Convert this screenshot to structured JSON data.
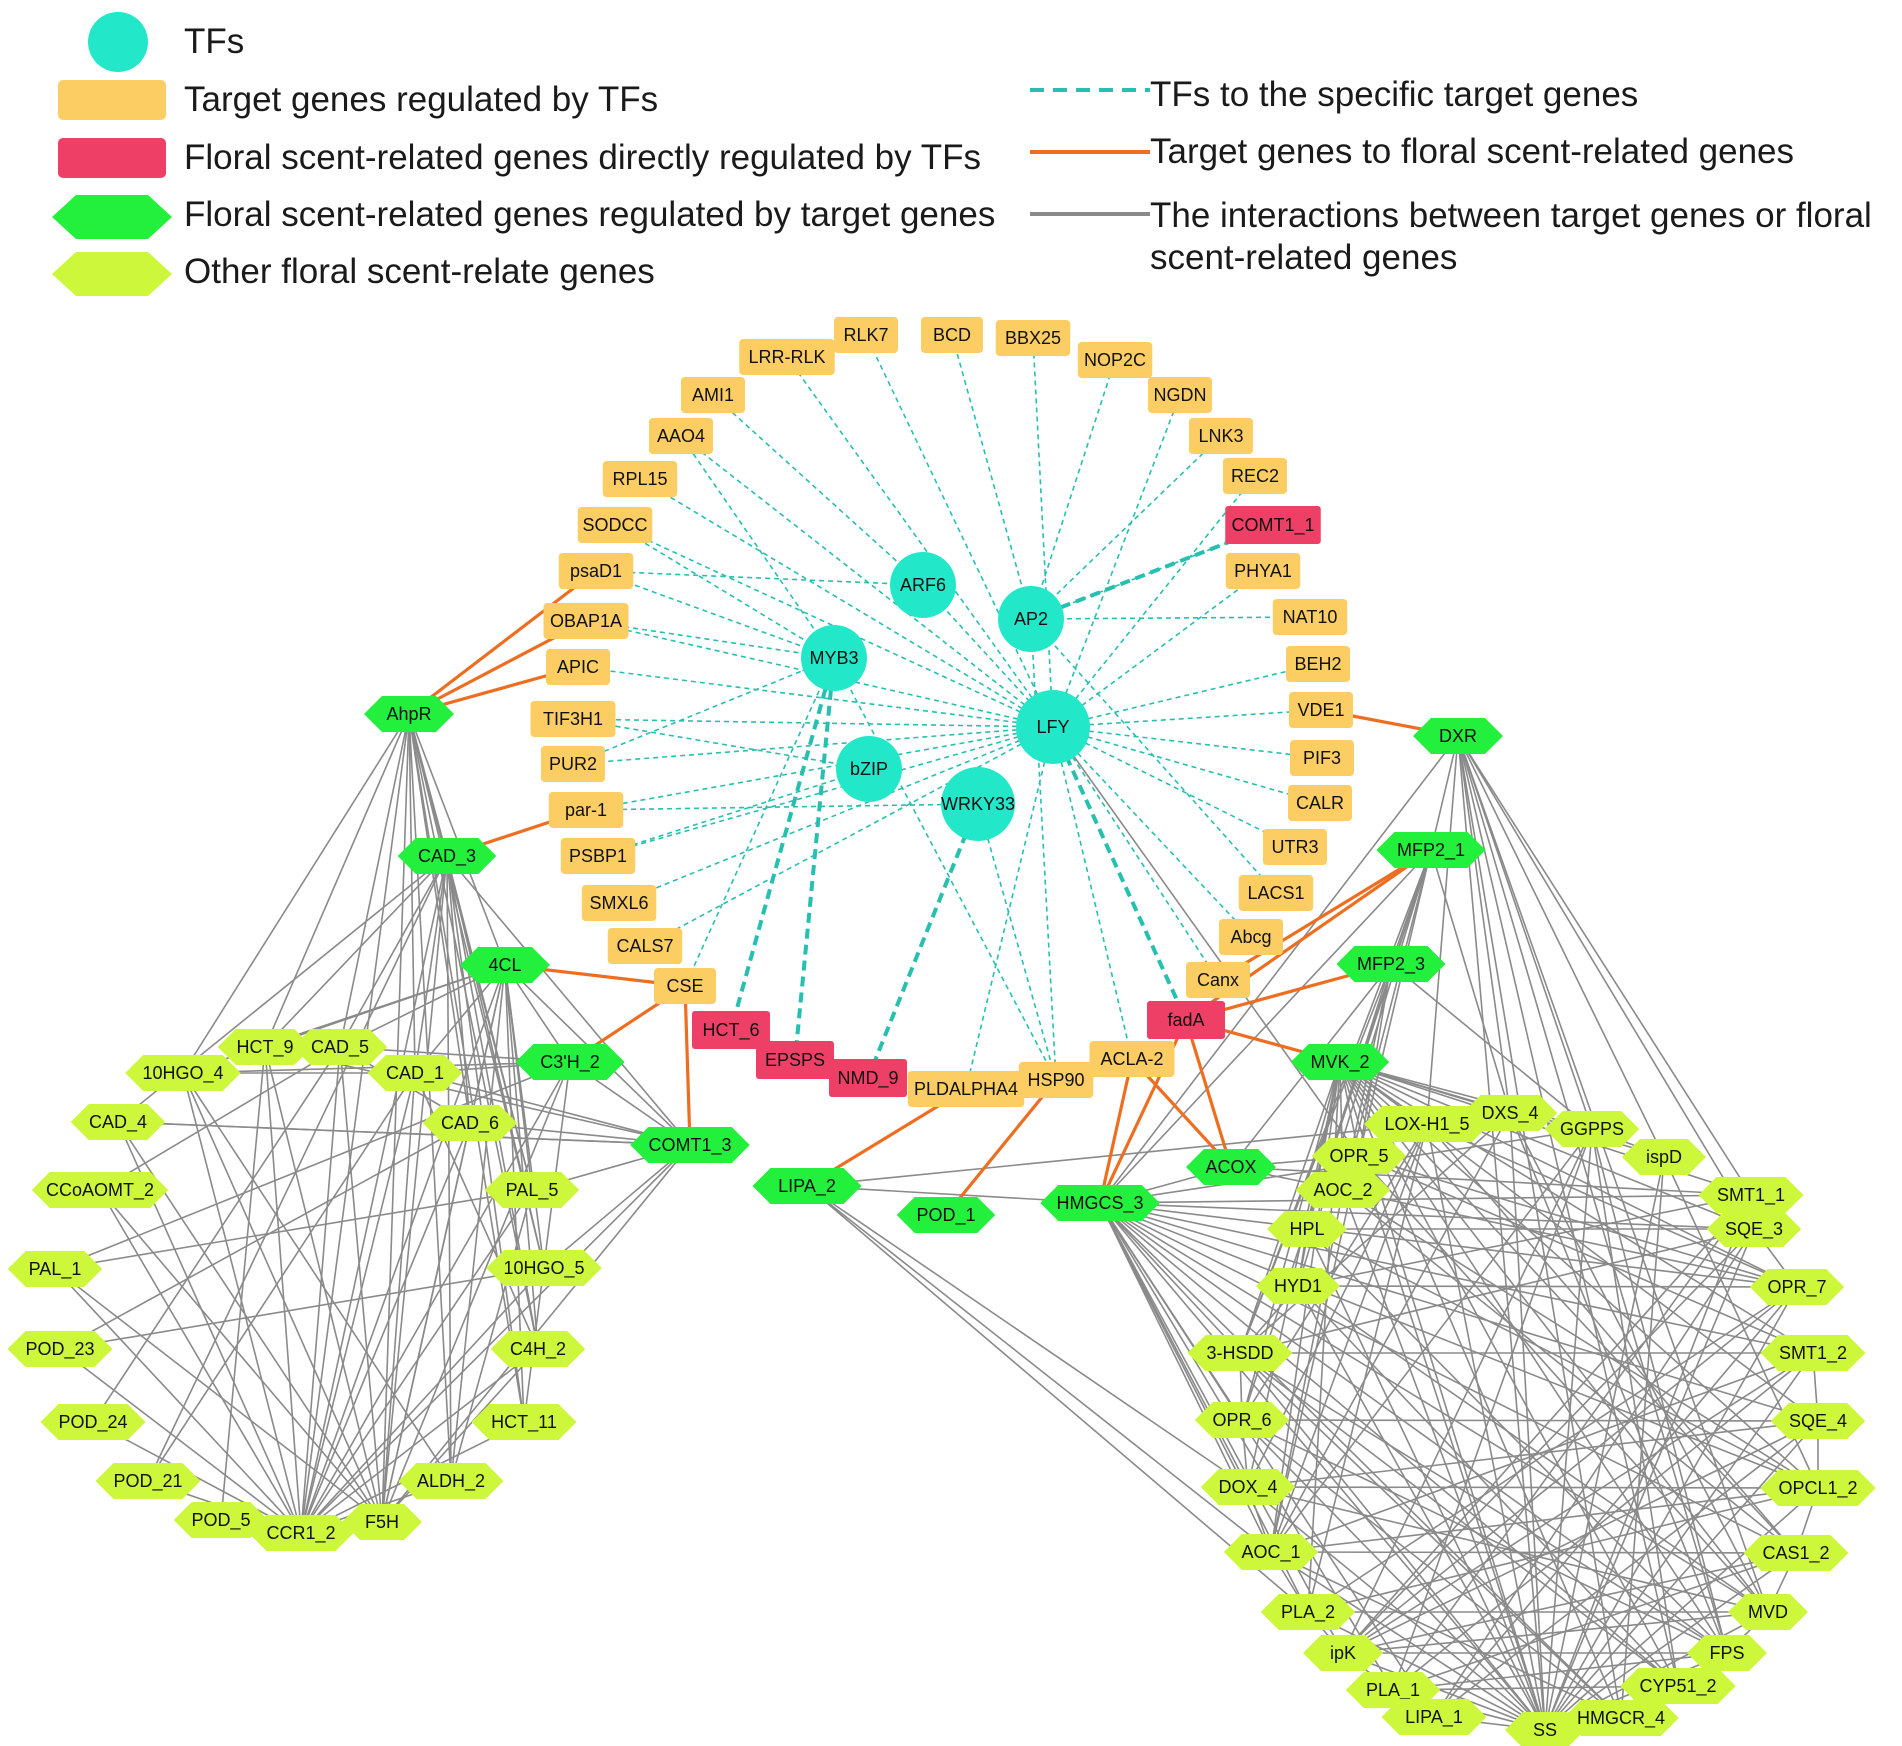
{
  "legend": {
    "tfs": "TFs",
    "target_genes": "Target genes regulated by TFs",
    "direct_floral": "Floral scent-related genes directly regulated by TFs",
    "floral_by_target": "Floral scent-related genes regulated by target genes",
    "other_floral": "Other floral scent-relate genes",
    "edge_tf": "TFs to the specific target genes",
    "edge_target": "Target genes to floral scent-related genes",
    "edge_interaction_line1": "The interactions between target genes or floral",
    "edge_interaction_line2": "scent-related genes"
  },
  "colors": {
    "tf": "#22e8c9",
    "target": "#fbcd63",
    "direct": "#ee3f66",
    "floral_target": "#23f03c",
    "other": "#cdf73b",
    "edge_tf": "#27bfb0",
    "edge_target": "#ee6e21",
    "edge_gray": "#8a8a8a"
  },
  "nodes": {
    "tf": [
      "ARF6",
      "AP2",
      "MYB3",
      "LFY",
      "bZIP",
      "WRKY33"
    ],
    "target": [
      "RLK7",
      "BCD",
      "BBX25",
      "LRR-RLK",
      "NOP2C",
      "AMI1",
      "NGDN",
      "AAO4",
      "LNK3",
      "RPL15",
      "REC2",
      "SODCC",
      "PHYA1",
      "psaD1",
      "NAT10",
      "OBAP1A",
      "BEH2",
      "APIC",
      "VDE1",
      "TIF3H1",
      "PIF3",
      "PUR2",
      "CALR",
      "par-1",
      "UTR3",
      "PSBP1",
      "LACS1",
      "SMXL6",
      "Abcg",
      "CALS7",
      "Canx",
      "CSE",
      "ACLA-2",
      "HSP90",
      "PLDALPHA4"
    ],
    "direct": [
      "COMT1_1",
      "fadA",
      "HCT_6",
      "EPSPS",
      "NMD_9"
    ],
    "floral_target": [
      "AhpR",
      "DXR",
      "MFP2_1",
      "CAD_3",
      "4CL",
      "MFP2_3",
      "C3'H_2",
      "MVK_2",
      "COMT1_3",
      "ACOX",
      "LIPA_2",
      "HMGCS_3",
      "POD_1"
    ],
    "other": [
      "HCT_9",
      "CAD_5",
      "10HGO_4",
      "CAD_1",
      "CAD_4",
      "CAD_6",
      "CCoAOMT_2",
      "PAL_5",
      "PAL_1",
      "10HGO_5",
      "POD_23",
      "C4H_2",
      "POD_24",
      "HCT_11",
      "POD_21",
      "ALDH_2",
      "POD_5",
      "F5H",
      "CCR1_2",
      "DXS_4",
      "LOX-H1_5",
      "GGPPS",
      "OPR_5",
      "ispD",
      "AOC_2",
      "SMT1_1",
      "HPL",
      "SQE_3",
      "HYD1",
      "OPR_7",
      "3-HSDD",
      "SMT1_2",
      "OPR_6",
      "SQE_4",
      "DOX_4",
      "OPCL1_2",
      "AOC_1",
      "CAS1_2",
      "PLA_2",
      "MVD",
      "ipK",
      "FPS",
      "PLA_1",
      "CYP51_2",
      "LIPA_1",
      "SS",
      "HMGCR_4"
    ]
  }
}
